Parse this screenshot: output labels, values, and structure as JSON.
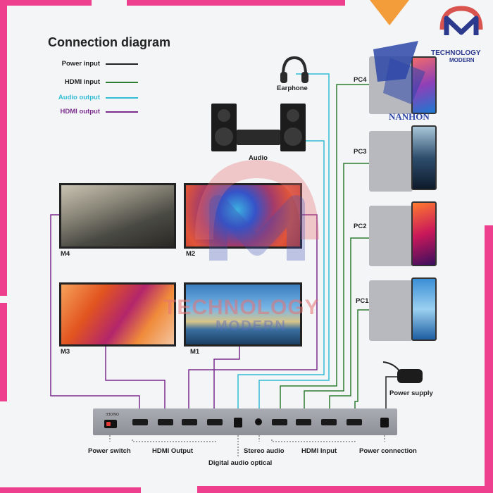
{
  "title": "Connection diagram",
  "legend": [
    {
      "label": "Power input",
      "color": "#222222"
    },
    {
      "label": "HDMI input",
      "color": "#2e7d32"
    },
    {
      "label": "Audio output",
      "color": "#33bcd6"
    },
    {
      "label": "HDMI output",
      "color": "#7b2d8e"
    }
  ],
  "devices": {
    "earphone": "Earphone",
    "audio": "Audio",
    "power_supply": "Power supply"
  },
  "monitors": [
    "M4",
    "M2",
    "M3",
    "M1"
  ],
  "pcs": [
    "PC4",
    "PC3",
    "PC2",
    "PC1"
  ],
  "port_labels": {
    "power_switch": "Power switch",
    "hdmi_output": "HDMI Output",
    "digital_audio": "Digital audio optical",
    "stereo_audio": "Stereo audio",
    "hdmi_input": "HDMI Input",
    "power_connection": "Power connection"
  },
  "watermark": {
    "logo_line1": "TECHNOLOGY",
    "logo_line2": "MODERN",
    "brand": "NANHON",
    "center_line1": "TECHNOLOGY",
    "center_line2": "MODERN"
  },
  "colors": {
    "accent_pink": "#ee3f8f",
    "accent_orange": "#f39c3a",
    "hdmi_in": "#2e7d32",
    "hdmi_out": "#7b2d8e",
    "audio": "#33bcd6",
    "power": "#222222"
  }
}
